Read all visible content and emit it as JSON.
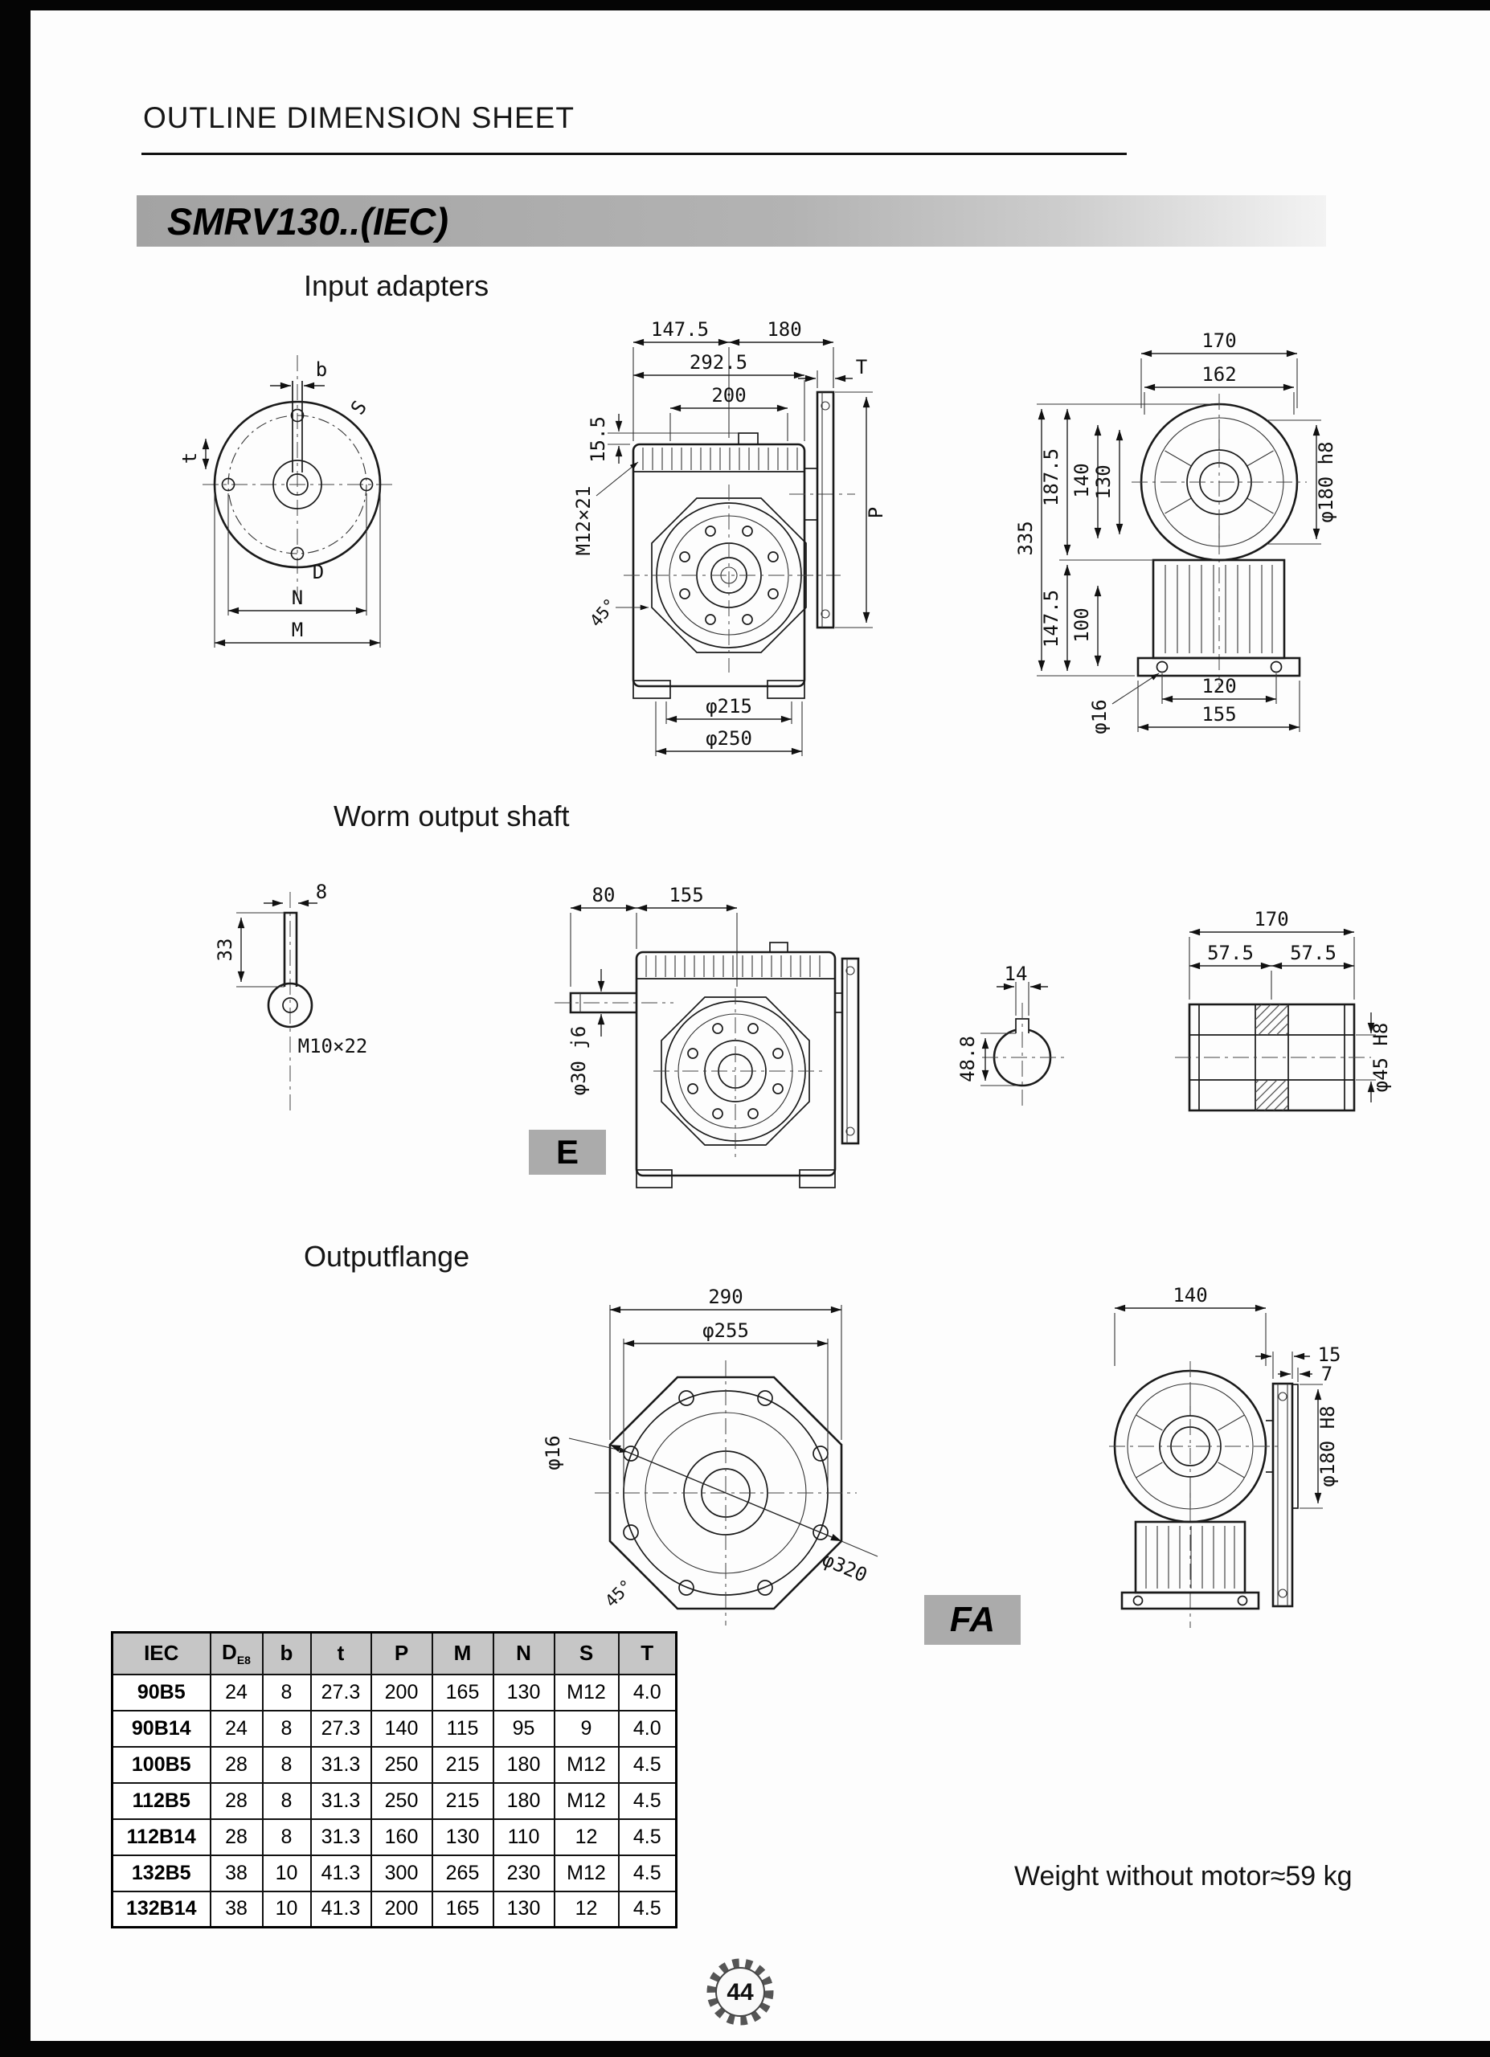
{
  "page": {
    "header": "OUTLINE DIMENSION SHEET",
    "model": "SMRV130..(IEC)",
    "weight_note": "Weight without motor≈59 kg",
    "page_number": "44"
  },
  "sections": {
    "input_adapters": {
      "title": "Input adapters"
    },
    "worm_output_shaft": {
      "title": "Worm output shaft",
      "tag": "E"
    },
    "output_flange": {
      "title": "Outputflange",
      "tag": "FA"
    }
  },
  "drawings": {
    "adapter_front": {
      "labels": {
        "b": "b",
        "s": "S",
        "t": "t",
        "d": "D",
        "n": "N",
        "m": "M"
      }
    },
    "adapter_side": {
      "labels": {
        "d1475": "147.5",
        "d180": "180",
        "d2925": "292.5",
        "d200": "200",
        "t": "T",
        "d155": "15.5",
        "m12": "M12×21",
        "p": "P",
        "a45": "45°",
        "d215": "φ215",
        "d250": "φ250"
      }
    },
    "adapter_rear": {
      "labels": {
        "d170": "170",
        "d162": "162",
        "d335": "335",
        "d1875": "187.5",
        "d1475": "147.5",
        "d140": "140",
        "d130": "130",
        "d100": "100",
        "d180h8": "φ180 h8",
        "d16": "φ16",
        "d120": "120",
        "d155": "155"
      }
    },
    "shaft_key": {
      "labels": {
        "d8": "8",
        "d33": "33",
        "m10": "M10×22"
      }
    },
    "shaft_side": {
      "labels": {
        "d80": "80",
        "d155": "155",
        "d30": "φ30 j6"
      }
    },
    "shaft_detail": {
      "labels": {
        "d14": "14",
        "d488": "48.8",
        "d170": "170",
        "d575a": "57.5",
        "d575b": "57.5",
        "d45": "φ45 H8"
      }
    },
    "flange_front": {
      "labels": {
        "d290": "290",
        "d255": "φ255",
        "d16": "φ16",
        "a45": "45°",
        "d320": "φ320"
      }
    },
    "flange_side": {
      "labels": {
        "d140": "140",
        "d15": "15",
        "d7": "7",
        "d180": "φ180 H8"
      }
    }
  },
  "table": {
    "headers": [
      "IEC",
      "D",
      "b",
      "t",
      "P",
      "M",
      "N",
      "S",
      "T"
    ],
    "d_subscript": "E8",
    "rows": [
      [
        "90B5",
        "24",
        "8",
        "27.3",
        "200",
        "165",
        "130",
        "M12",
        "4.0"
      ],
      [
        "90B14",
        "24",
        "8",
        "27.3",
        "140",
        "115",
        "95",
        "9",
        "4.0"
      ],
      [
        "100B5",
        "28",
        "8",
        "31.3",
        "250",
        "215",
        "180",
        "M12",
        "4.5"
      ],
      [
        "112B5",
        "28",
        "8",
        "31.3",
        "250",
        "215",
        "180",
        "M12",
        "4.5"
      ],
      [
        "112B14",
        "28",
        "8",
        "31.3",
        "160",
        "130",
        "110",
        "12",
        "4.5"
      ],
      [
        "132B5",
        "38",
        "10",
        "41.3",
        "300",
        "265",
        "230",
        "M12",
        "4.5"
      ],
      [
        "132B14",
        "38",
        "10",
        "41.3",
        "200",
        "165",
        "130",
        "12",
        "4.5"
      ]
    ]
  }
}
